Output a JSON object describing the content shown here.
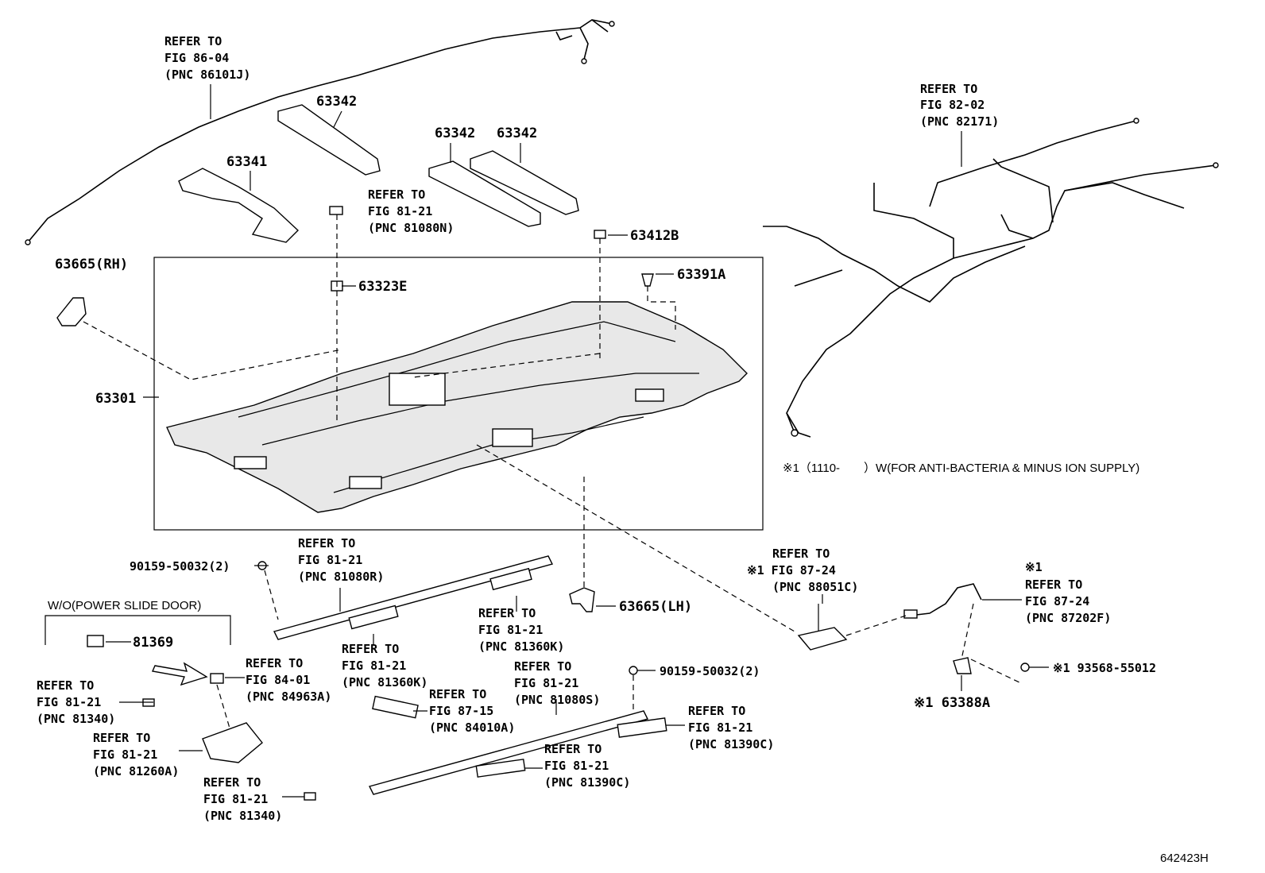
{
  "diagram_id": "642423H",
  "note_supply": "※1（1110-　　）W(FOR ANTI-BACTERIA & MINUS ION SUPPLY)",
  "group_header": "W/O(POWER SLIDE DOOR)",
  "parts": {
    "p63342a": "63342",
    "p63342b": "63342",
    "p63342c": "63342",
    "p63341": "63341",
    "p63665rh": "63665(RH)",
    "p63323e": "63323E",
    "p63412b": "63412B",
    "p63391a": "63391A",
    "p63301": "63301",
    "p63665lh": "63665(LH)",
    "p81369": "81369",
    "p90159a": "90159-50032(2)",
    "p90159b": "90159-50032(2)",
    "p63388a": "※1 63388A",
    "p93568": "※1 93568-55012"
  },
  "refs": {
    "r8604": [
      "REFER TO",
      "FIG 86-04",
      "(PNC 86101J)"
    ],
    "r8202": [
      "REFER TO",
      "FIG 82-02",
      "(PNC 82171)"
    ],
    "r81080n": [
      "REFER TO",
      "FIG 81-21",
      "(PNC 81080N)"
    ],
    "r81080r": [
      "REFER TO",
      "FIG 81-21",
      "(PNC 81080R)"
    ],
    "r88051c": [
      "REFER TO",
      "※1 FIG 87-24",
      "(PNC 88051C)"
    ],
    "r87202f": [
      "※1",
      "REFER TO",
      "FIG 87-24",
      "(PNC 87202F)"
    ],
    "r81360k_a": [
      "REFER TO",
      "FIG 81-21",
      "(PNC 81360K)"
    ],
    "r81360k_b": [
      "REFER TO",
      "FIG 81-21",
      "(PNC 81360K)"
    ],
    "r84963a": [
      "REFER TO",
      "FIG 84-01",
      "(PNC 84963A)"
    ],
    "r81340_a": [
      "REFER TO",
      "FIG 81-21",
      "(PNC 81340)"
    ],
    "r81260a": [
      "REFER TO",
      "FIG 81-21",
      "(PNC 81260A)"
    ],
    "r81340_b": [
      "REFER TO",
      "FIG 81-21",
      "(PNC 81340)"
    ],
    "r84010a": [
      "REFER TO",
      "FIG 87-15",
      "(PNC 84010A)"
    ],
    "r81080s": [
      "REFER TO",
      "FIG 81-21",
      "(PNC 81080S)"
    ],
    "r81390c_a": [
      "REFER TO",
      "FIG 81-21",
      "(PNC 81390C)"
    ],
    "r81390c_b": [
      "REFER TO",
      "FIG 81-21",
      "(PNC 81390C)"
    ]
  }
}
